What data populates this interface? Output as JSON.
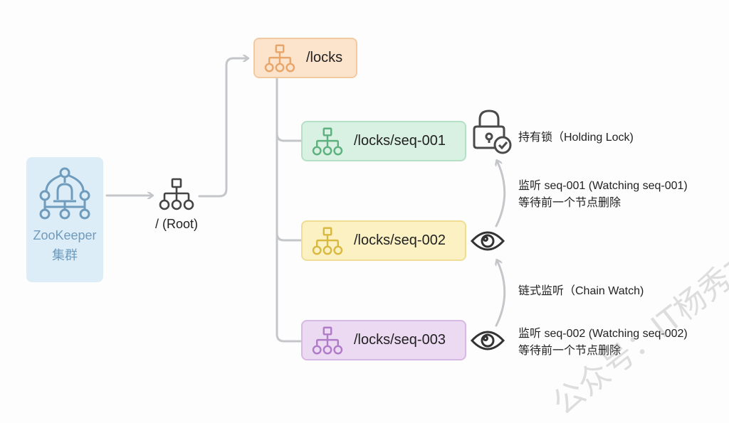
{
  "cluster": {
    "icon": "cluster-tree-icon",
    "title": "ZooKeeper",
    "subtitle": "集群",
    "color": "#6f9bbd"
  },
  "root": {
    "icon": "hierarchy-icon",
    "label": "/ (Root)"
  },
  "nodes": [
    {
      "id": "locks",
      "label": "/locks",
      "icon": "hierarchy-icon",
      "color": "#e8a66a"
    },
    {
      "id": "seq-001",
      "label": "/locks/seq-001",
      "icon": "hierarchy-icon",
      "color": "#5fb07f"
    },
    {
      "id": "seq-002",
      "label": "/locks/seq-002",
      "icon": "hierarchy-icon",
      "color": "#d9b940"
    },
    {
      "id": "seq-003",
      "label": "/locks/seq-003",
      "icon": "hierarchy-icon",
      "color": "#b07cc8"
    }
  ],
  "annotations": {
    "holding": {
      "icon": "lock-check-icon",
      "text": "持有锁（Holding Lock)"
    },
    "watch1": {
      "icon": "eye-icon",
      "line1": "监听 seq-001 (Watching seq-001)",
      "line2": "等待前一个节点删除"
    },
    "chain": {
      "text": "链式监听（Chain Watch)"
    },
    "watch2": {
      "icon": "eye-icon",
      "line1": "监听 seq-002 (Watching seq-002)",
      "line2": "等待前一个节点删除"
    }
  },
  "watermark": "公众号：IT杨秀才"
}
